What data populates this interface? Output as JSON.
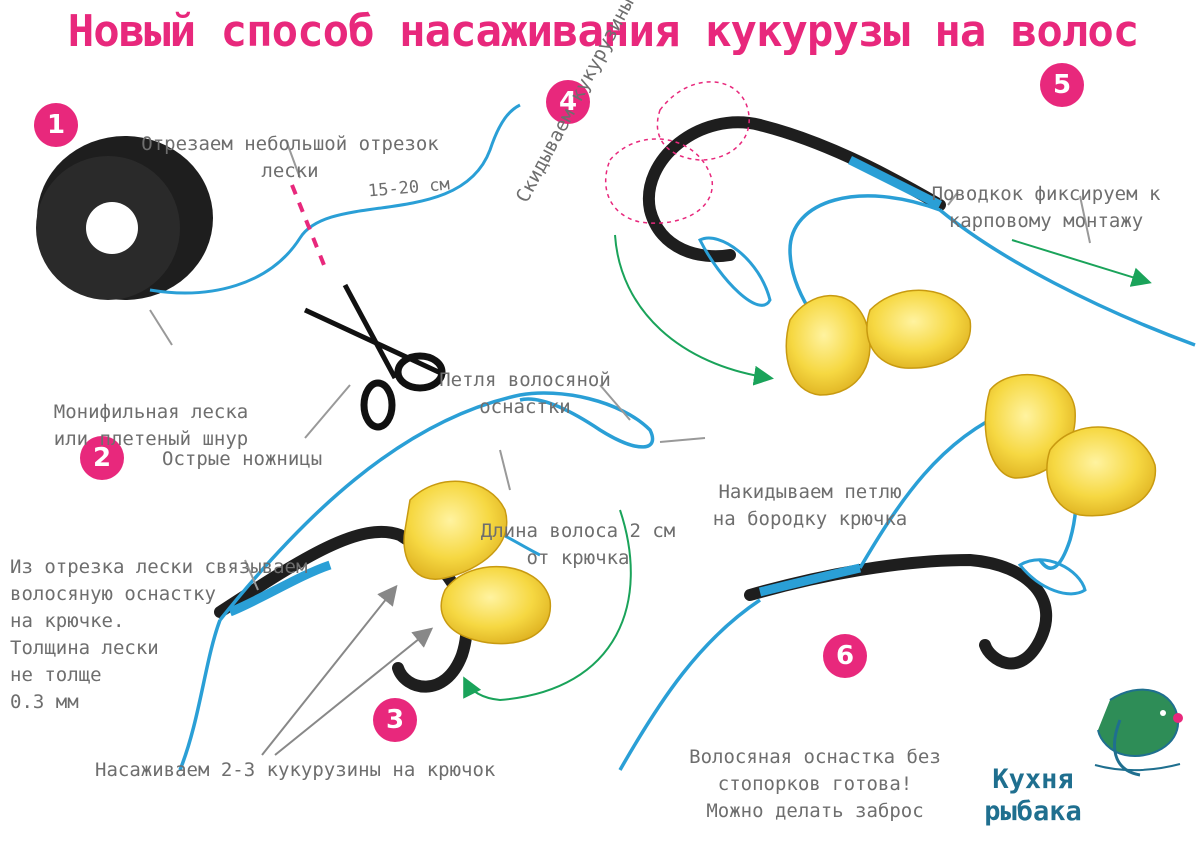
{
  "title": "Новый способ насаживания кукурузы на волос",
  "steps": [
    "1",
    "2",
    "3",
    "4",
    "5",
    "6"
  ],
  "labels": {
    "cut_segment_l1": "Отрезаем небольшой отрезок",
    "cut_segment_l2": "лески",
    "length": "15-20 см",
    "line_type_l1": "Монифильная леска",
    "line_type_l2": "или плетеный шнур",
    "scissors": "Острые ножницы",
    "hair_loop_l1": "Петля волосяной",
    "hair_loop_l2": "оснастки",
    "throw_loop_l1": "Накидываем петлю",
    "throw_loop_l2": "на бородку крючка",
    "hair_length_l1": "Длина волоса 2 см",
    "hair_length_l2": "от крючка",
    "tie_l1": "Из отрезка лески связываем",
    "tie_l2": "волосяную оснастку",
    "tie_l3": "на крючке.",
    "tie_l4": "Толщина лески",
    "tie_l5": "не толще",
    "tie_l6": "0.3 мм",
    "thread_corn": "Насаживаем 2-3 кукурузины на крючок",
    "drop_corn": "Скидываем кукурузины",
    "fix_leader_l1": "Поводкок фиксируем к",
    "fix_leader_l2": "карповому монтажу",
    "ready_l1": "Волосяная оснастка без",
    "ready_l2": "стопорков готова!",
    "ready_l3": "Можно делать заброс"
  },
  "brand": {
    "line1": "Кухня",
    "line2": "рыбака",
    "icon": "fish-logo-icon"
  },
  "colors": {
    "accent": "#e8287c",
    "line": "#2a9fd6",
    "hook": "#222222",
    "corn": "#f5d53c",
    "arrow": "#1aa35a",
    "text": "#6e6e6e"
  }
}
